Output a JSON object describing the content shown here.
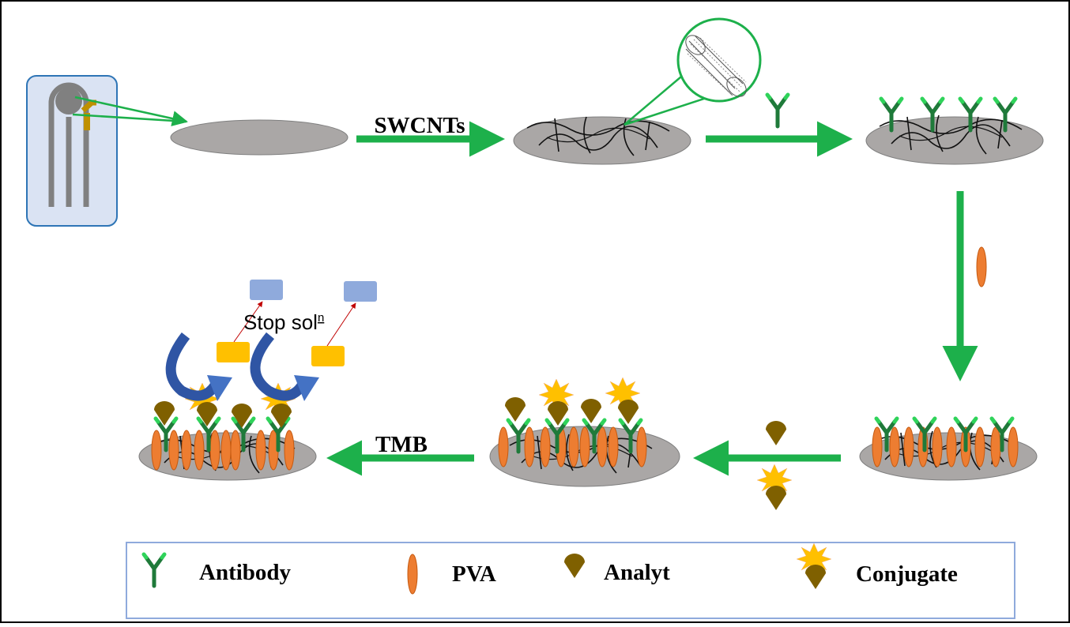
{
  "steps": {
    "swcnts_label": "SWCNTs",
    "tmb_label": "TMB",
    "stop_label_main": "Stop sol",
    "stop_label_sup": "n"
  },
  "legend": {
    "antibody": "Antibody",
    "pva": "PVA",
    "analyt": "Analyt",
    "conjugate": "Conjugate"
  },
  "colors": {
    "arrow": "#1db04b",
    "disc": "#aaa7a6",
    "antibody": "#1f7a3a",
    "pva": "#ed7d31",
    "analyte": "#7f6000",
    "conjugate_star": "#ffc000",
    "substrate": "#ffc000",
    "product": "#8faadc",
    "curved_arrow": "#2f55a4",
    "electrode": "#808080",
    "legend_border": "#8faadc"
  }
}
